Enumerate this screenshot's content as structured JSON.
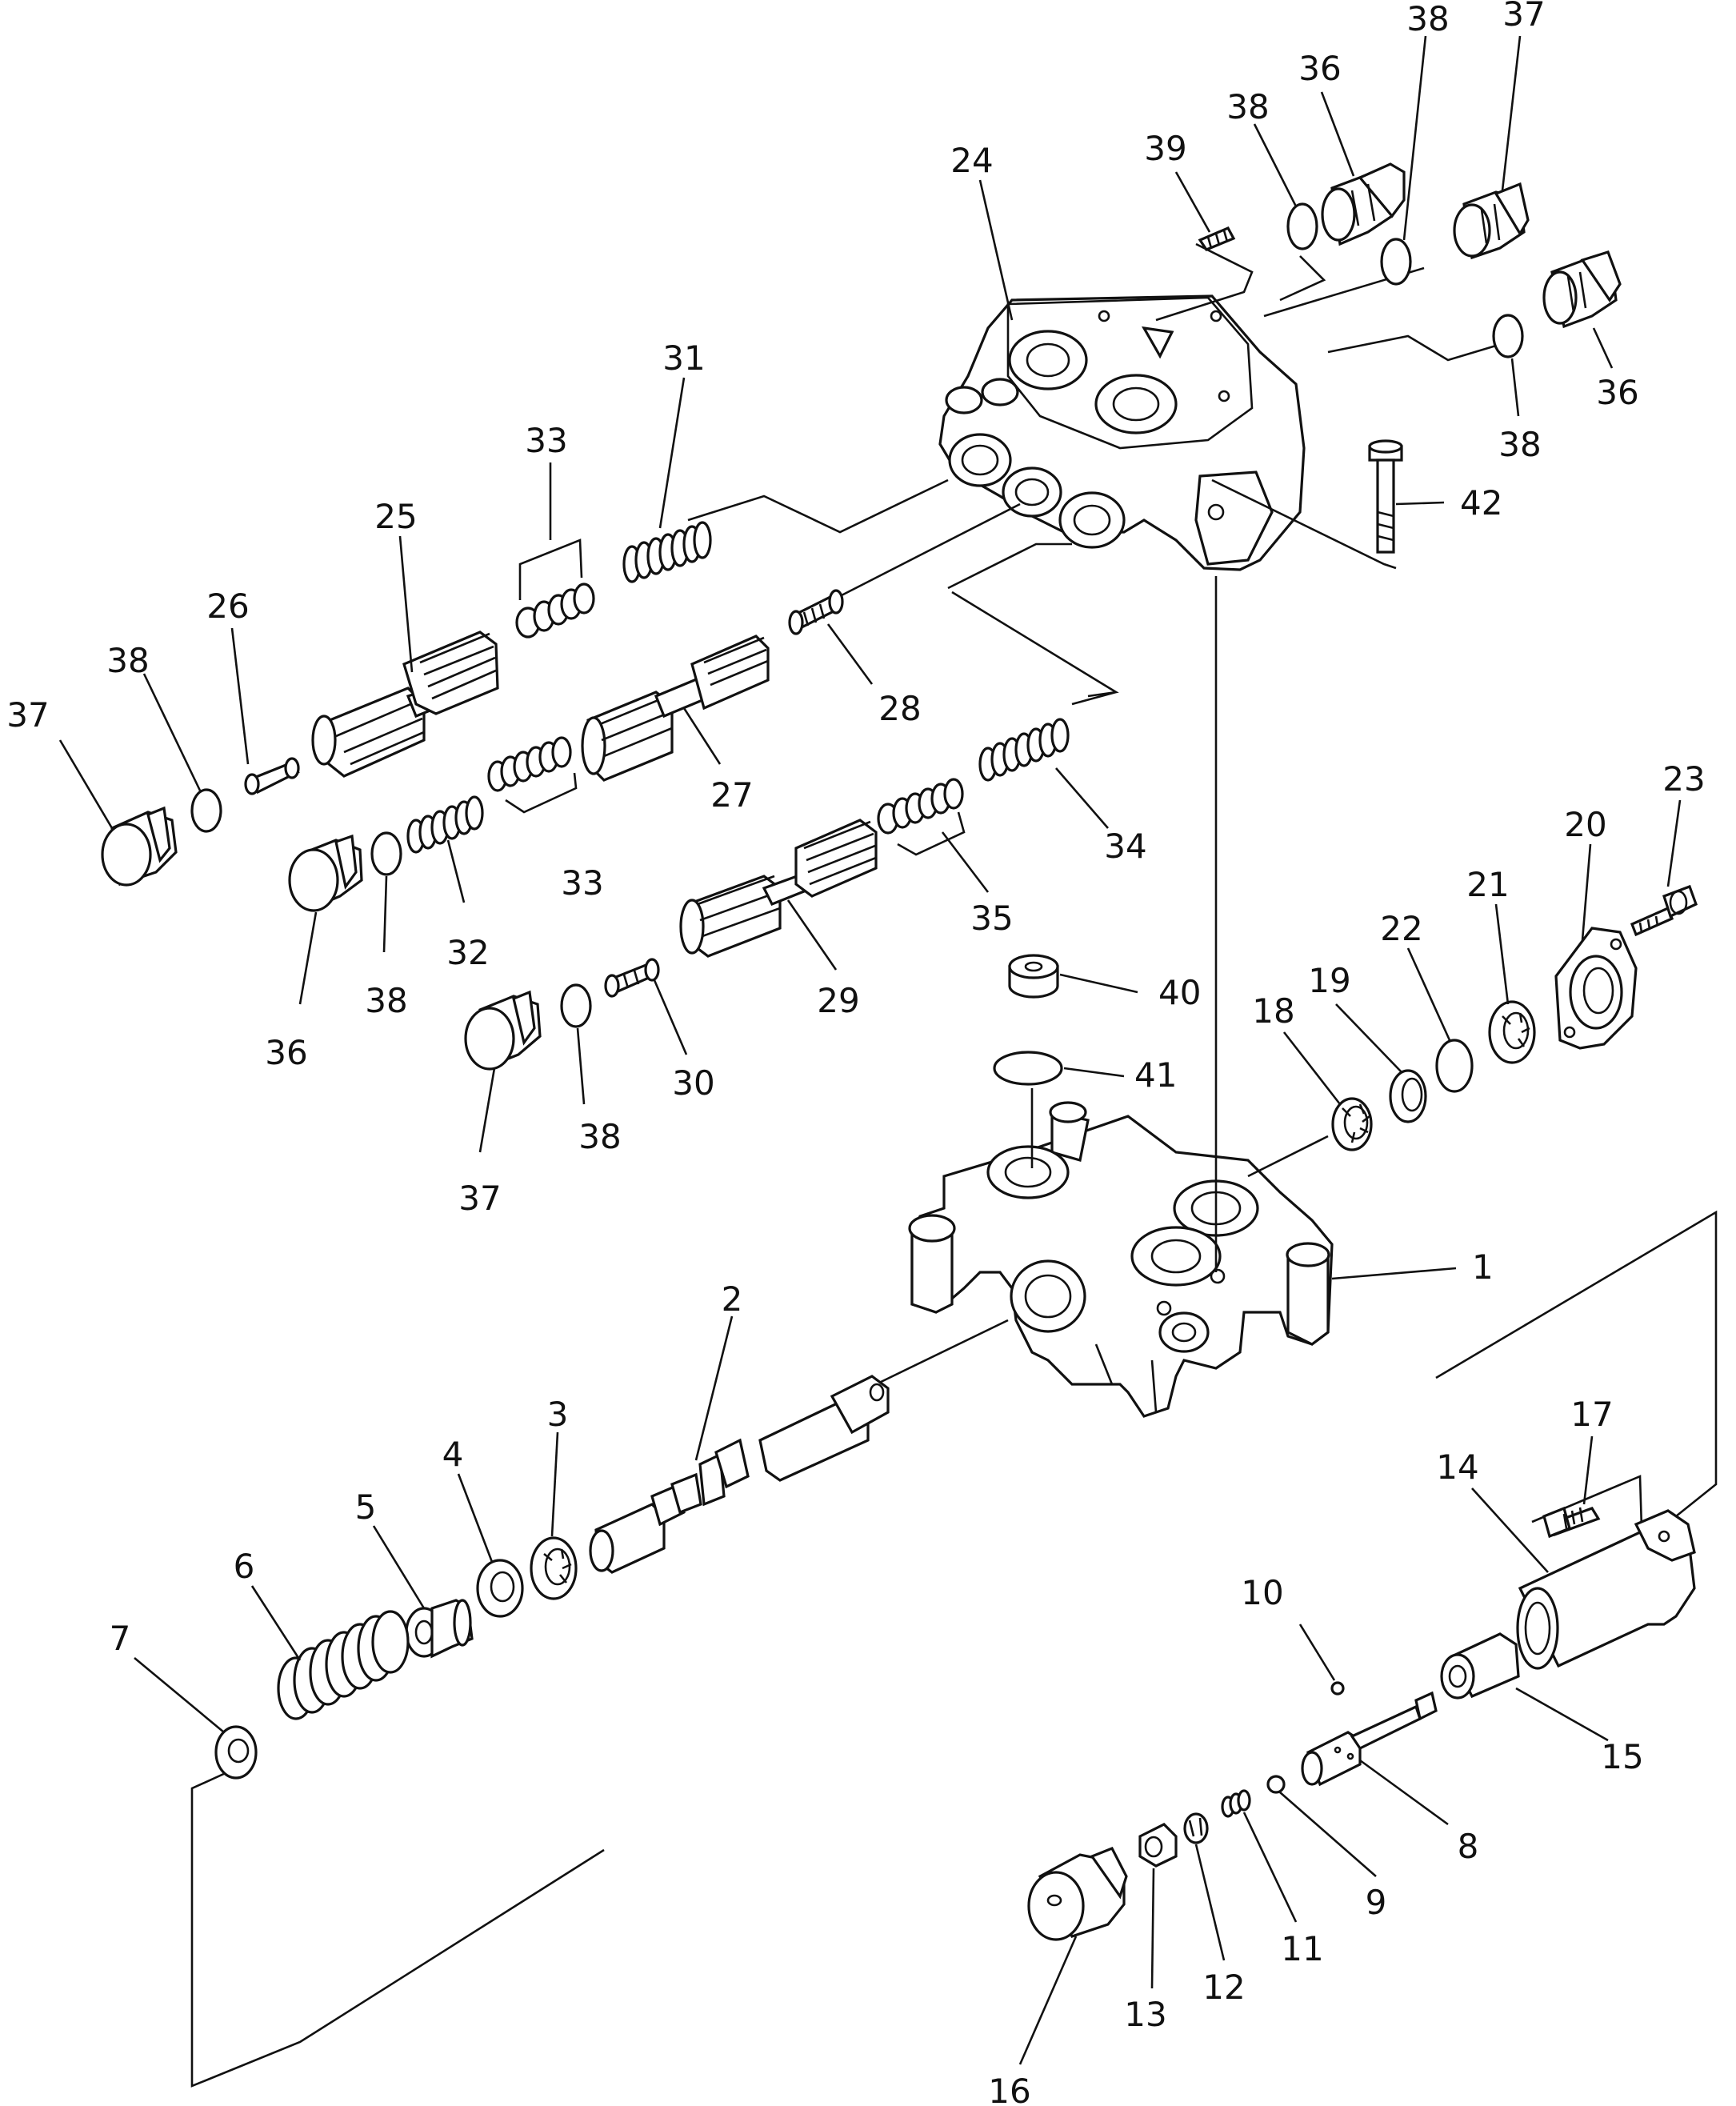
{
  "callouts": {
    "c1": "1",
    "c2": "2",
    "c3": "3",
    "c4": "4",
    "c5": "5",
    "c6": "6",
    "c7": "7",
    "c8": "8",
    "c9": "9",
    "c10": "10",
    "c11": "11",
    "c12": "12",
    "c13": "13",
    "c14": "14",
    "c15": "15",
    "c16": "16",
    "c17": "17",
    "c18": "18",
    "c19": "19",
    "c20": "20",
    "c21": "21",
    "c22": "22",
    "c23": "23",
    "c24": "24",
    "c25": "25",
    "c26": "26",
    "c27": "27",
    "c28": "28",
    "c29": "29",
    "c30": "30",
    "c31": "31",
    "c32": "32",
    "c33": "33",
    "c34": "34",
    "c35": "35",
    "c36": "36",
    "c37": "37",
    "c38": "38",
    "c39": "39",
    "c40": "40",
    "c41": "41",
    "c42": "42"
  }
}
